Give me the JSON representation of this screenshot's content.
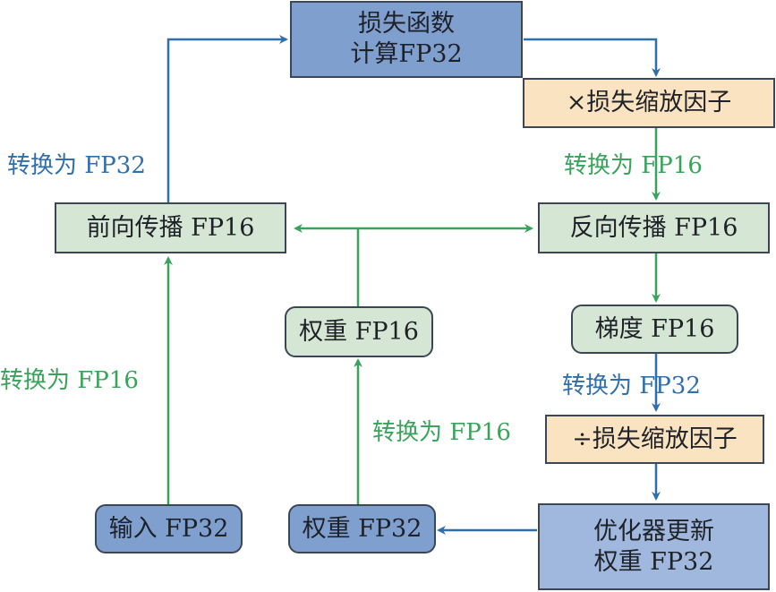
{
  "colors": {
    "fp32_node": "#7f9fcf",
    "fp32_light_node": "#a0b8de",
    "fp16_node": "#d6e6d4",
    "scale_node": "#fae3c0",
    "blue_arrow": "#2f6fad",
    "green_arrow": "#3aa35b"
  },
  "nodes": {
    "loss": "损失函数\n计算FP32",
    "multiply_scale": "×损失缩放因子",
    "forward": "前向传播 FP16",
    "backward": "反向传播 FP16",
    "weight_fp16": "权重 FP16",
    "gradient": "梯度 FP16",
    "divide_scale": "÷损失缩放因子",
    "input_fp32": "输入 FP32",
    "weight_fp32": "权重 FP32",
    "optimizer": "优化器更新\n权重 FP32"
  },
  "edge_labels": {
    "forward_to_loss": "转换为 FP32",
    "scale_to_backward": "转换为 FP16",
    "input_to_forward": "转换为 FP16",
    "gradient_to_divide": "转换为 FP32",
    "weight32_to_weight16": "转换为 FP16"
  }
}
